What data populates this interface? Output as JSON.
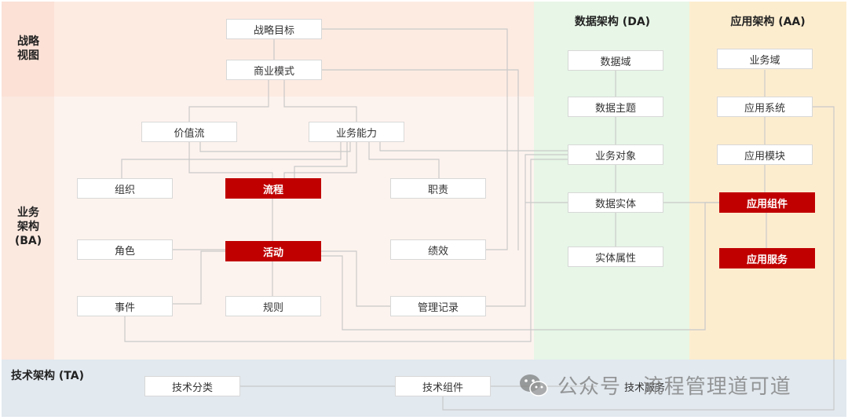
{
  "regions": {
    "strategy": "战略\n视图",
    "business": "业务\n架构\n(BA)",
    "data": "数据架构 (DA)",
    "application": "应用架构 (AA)",
    "technology": "技术架构 (TA)"
  },
  "nodes": {
    "strategy_goal": "战略目标",
    "business_model": "商业模式",
    "value_stream": "价值流",
    "business_capability": "业务能力",
    "organization": "组织",
    "process": "流程",
    "responsibility": "职责",
    "role": "角色",
    "activity": "活动",
    "performance": "绩效",
    "event": "事件",
    "rule": "规则",
    "management_record": "管理记录",
    "data_domain": "数据域",
    "data_subject": "数据主题",
    "business_object": "业务对象",
    "data_entity": "数据实体",
    "entity_attribute": "实体属性",
    "business_domain": "业务域",
    "application_system": "应用系统",
    "application_module": "应用模块",
    "application_component": "应用组件",
    "application_service": "应用服务",
    "tech_category": "技术分类",
    "tech_component": "技术组件",
    "tech_service": "技术服务"
  },
  "colors": {
    "highlight": "#c00000",
    "strategy_bg": "#fdebe2",
    "business_bg": "#fdf3ee",
    "data_bg": "#e7f6e7",
    "application_bg": "#fdedcf",
    "technology_bg": "#e2e9ef"
  },
  "watermark": {
    "icon": "wechat-icon",
    "text": "公众号 · 流程管理道可道"
  }
}
